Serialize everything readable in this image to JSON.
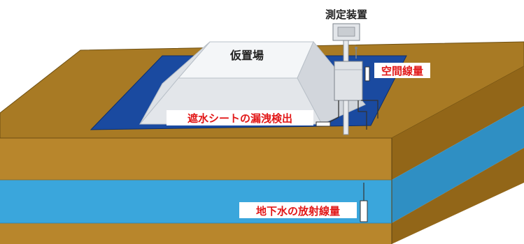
{
  "labels": {
    "measuring_device": "測定装置",
    "temporary_storage": "仮置場",
    "air_dose": "空間線量",
    "sheet_leak": "遮水シートの漏洩検出",
    "groundwater_dose": "地下水の放射線量"
  },
  "colors": {
    "soil": "#a87a24",
    "soil_front": "#b8862c",
    "soil_right": "#926618",
    "groundwater": "#3aa6dc",
    "groundwater_right": "#2f8fc3",
    "sheet": "#1a4aa0",
    "storage_pile": "#eef0f2",
    "label_red": "#e21818"
  }
}
